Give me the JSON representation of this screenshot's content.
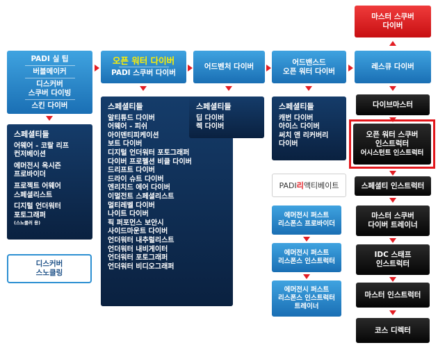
{
  "col1": {
    "top_lines": [
      "PADI 실 팁",
      "버블메이커",
      "디스커버",
      "스쿠버 다이빙",
      "스킨 다이버"
    ],
    "specialties_title": "스페셜티들",
    "specialties": [
      "어웨어 - 코랄 리프",
      "컨저베이션",
      "에머전시 옥시즌",
      "프로바이더",
      "프로젝트 어웨어",
      "스페셜리스트",
      "디지털 언더워터",
      "포토그래퍼"
    ],
    "specialties_note": "(스노클러 용)",
    "discover_snorkeling": [
      "디스커버",
      "스노클링"
    ]
  },
  "col2": {
    "top_title": "오픈 워터 다이버",
    "top_sub": "PADI 스쿠버 다이버",
    "specialties_title": "스페셜티들",
    "specialties": [
      "알티튜드 다이버",
      "어웨어 - 피쉬",
      "아이덴티피케이션",
      "보트 다이버",
      "디지털 언더워터 포토그래퍼",
      "다이버 프로펠션 비클 다이버",
      "드리프트 다이버",
      "드라이 슈트 다이버",
      "엔리치드 에어 다이버",
      "이멀전트 스페셜리스트",
      "멀티레벨 다이버",
      "나이트 다이버",
      "픽 퍼포먼스 보안시",
      "사이드마운트 다이버",
      "언더워터 내추럴리스트",
      "언더워터 내비게이터",
      "언더워터 포토그래퍼",
      "언더워터 비디오그래퍼"
    ]
  },
  "col3": {
    "top": "어드벤처 다이버",
    "specialties_title": "스페셜티들",
    "specialties": [
      "딥 다이버",
      "렉 다이버"
    ]
  },
  "col4": {
    "top": [
      "어드밴스드",
      "오픈 워터 다이버"
    ],
    "specialties_title": "스페셜티들",
    "specialties": [
      "캐번 다이버",
      "아이스 다이버",
      "써치 앤 리커버리",
      "다이버"
    ],
    "logo_padi": "PADI ",
    "logo_re": "리",
    "logo_rest": "액티베이트",
    "efr": [
      [
        "에머전시 퍼스트",
        "리스폰스 프로바이더"
      ],
      [
        "에머전시 퍼스트",
        "리스폰스 인스트럭터"
      ],
      [
        "에머전시 퍼스트",
        "리스폰스 인스트럭터",
        "트레이너"
      ]
    ]
  },
  "col5": {
    "master_scuba": [
      "마스터 스쿠버",
      "다이버"
    ],
    "rescue": "레스큐 다이버",
    "divemaster": "다이브마스터",
    "owsi": [
      "오픈 워터 스쿠버",
      "인스트럭터"
    ],
    "asst": "어시스턴트 인스트럭터",
    "specialty_instr": "스페셜티 인스트럭터",
    "msdt": [
      "마스터 스쿠버",
      "다이버 트레이너"
    ],
    "idc": [
      "IDC 스태프",
      "인스트럭터"
    ],
    "master_instr": "마스터 인스트럭터",
    "course_director": "코스 디렉터"
  },
  "colors": {
    "accent_red": "#e31e24",
    "highlight_yellow": "#ffef00",
    "blue": "#1a6fb4",
    "navy": "#0b2140"
  }
}
